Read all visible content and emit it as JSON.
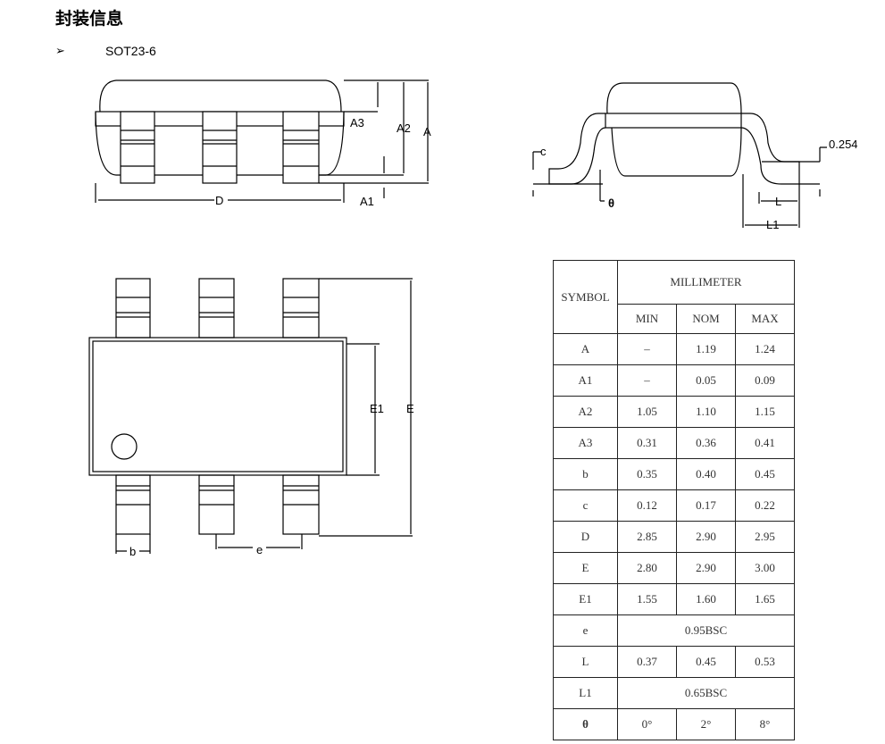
{
  "heading": "封装信息",
  "bullet": "➢",
  "package_name": "SOT23-6",
  "side_view_labels": {
    "a3": "A3",
    "a2": "A2",
    "a": "A",
    "a1": "A1",
    "d": "D"
  },
  "end_view_labels": {
    "c": "c",
    "theta": "θ",
    "gauge": "0.254",
    "l": "L",
    "l1": "L1"
  },
  "top_view_labels": {
    "e1": "E1",
    "e_big": "E",
    "b": "b",
    "e": "e"
  },
  "table": {
    "symbol_header": "SYMBOL",
    "unit_header": "MILLIMETER",
    "col_headers": [
      "MIN",
      "NOM",
      "MAX"
    ],
    "rows": [
      {
        "sym": "A",
        "min": "–",
        "nom": "1.19",
        "max": "1.24"
      },
      {
        "sym": "A1",
        "min": "–",
        "nom": "0.05",
        "max": "0.09"
      },
      {
        "sym": "A2",
        "min": "1.05",
        "nom": "1.10",
        "max": "1.15"
      },
      {
        "sym": "A3",
        "min": "0.31",
        "nom": "0.36",
        "max": "0.41"
      },
      {
        "sym": "b",
        "min": "0.35",
        "nom": "0.40",
        "max": "0.45"
      },
      {
        "sym": "c",
        "min": "0.12",
        "nom": "0.17",
        "max": "0.22"
      },
      {
        "sym": "D",
        "min": "2.85",
        "nom": "2.90",
        "max": "2.95"
      },
      {
        "sym": "E",
        "min": "2.80",
        "nom": "2.90",
        "max": "3.00"
      },
      {
        "sym": "E1",
        "min": "1.55",
        "nom": "1.60",
        "max": "1.65"
      },
      {
        "sym": "e",
        "span": "0.95BSC"
      },
      {
        "sym": "L",
        "min": "0.37",
        "nom": "0.45",
        "max": "0.53"
      },
      {
        "sym": "L1",
        "span": "0.65BSC"
      },
      {
        "sym": "θ",
        "min": "0°",
        "nom": "2°",
        "max": "8°"
      }
    ]
  }
}
